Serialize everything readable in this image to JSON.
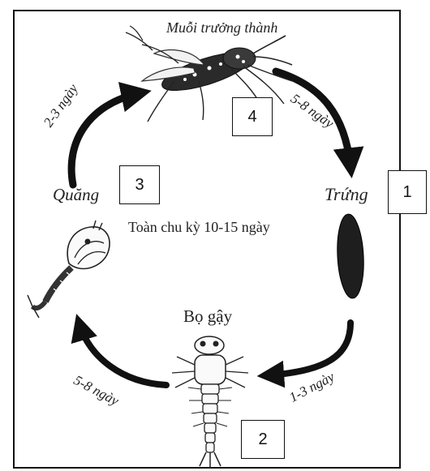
{
  "labels": {
    "adult": "Muỗi trưởng thành",
    "egg": "Trứng",
    "larva": "Bọ gậy",
    "pupa": "Quăng",
    "cycle": "Toàn chu kỳ 10-15 ngày",
    "adult_to_egg": "5-8 ngày",
    "egg_to_larva": "1-3 ngày",
    "larva_to_pupa": "5-8 ngày",
    "pupa_to_adult": "2-3 ngày"
  },
  "boxes": {
    "egg": "1",
    "larva": "2",
    "pupa": "3",
    "adult": "4"
  }
}
